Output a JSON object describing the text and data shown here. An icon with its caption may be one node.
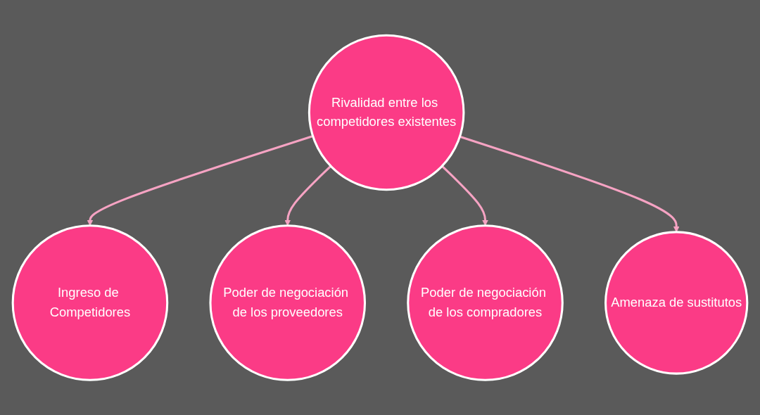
{
  "diagram": {
    "nodes": [
      {
        "text": [
          "Ingreso de Competidores"
        ]
      },
      {
        "text": [
          "Poder de negociación de los proveedores"
        ]
      },
      {
        "text": [
          "Rivalidad entre los competidores existentes"
        ]
      },
      {
        "text": [
          "Poder de negociación de los compradores"
        ]
      },
      {
        "text": [
          "Amenaza de sustitutos"
        ]
      }
    ],
    "edges": [
      {
        "from": 2,
        "to": 0,
        "arrow": "to"
      },
      {
        "from": 2,
        "to": 1,
        "arrow": "to"
      },
      {
        "from": 2,
        "to": 3,
        "arrow": "to"
      },
      {
        "from": 2,
        "to": 4,
        "arrow": "to"
      }
    ]
  }
}
